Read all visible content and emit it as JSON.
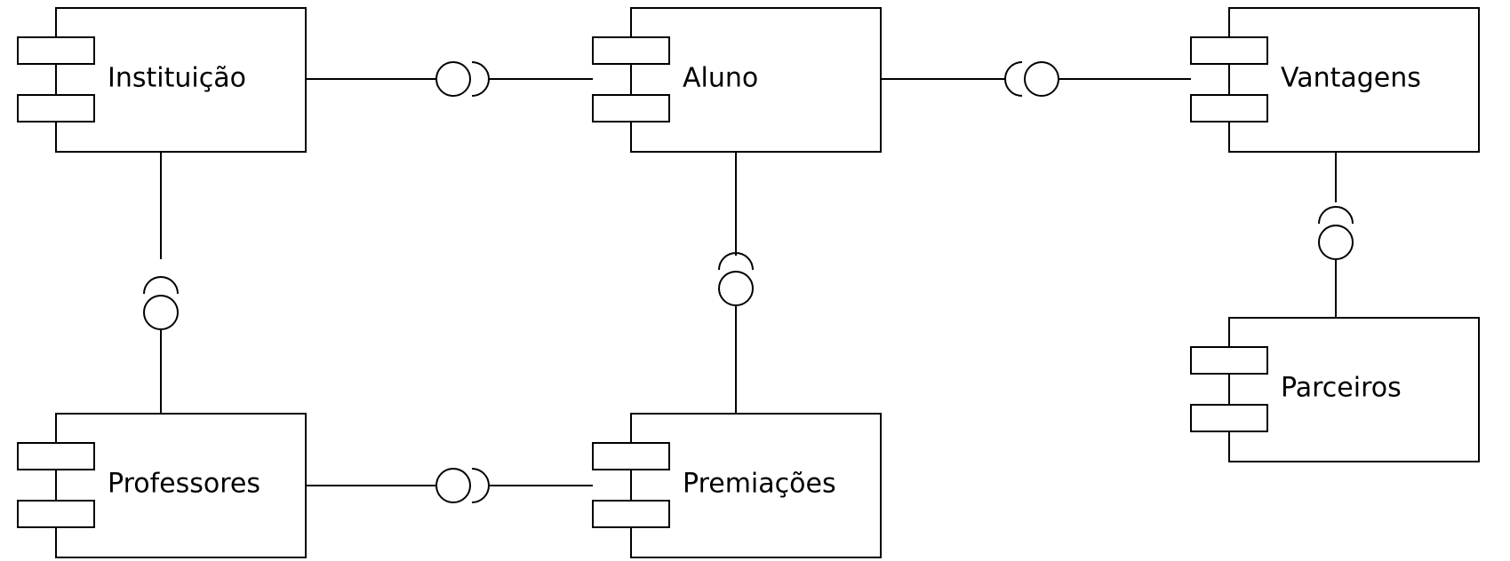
{
  "diagram": {
    "components": {
      "instituicao": "Instituição",
      "aluno": "Aluno",
      "vantagens": "Vantagens",
      "professores": "Professores",
      "premiacoes": "Premiações",
      "parceiros": "Parceiros"
    },
    "colors": {
      "stroke": "#000000",
      "fill": "#ffffff"
    }
  }
}
